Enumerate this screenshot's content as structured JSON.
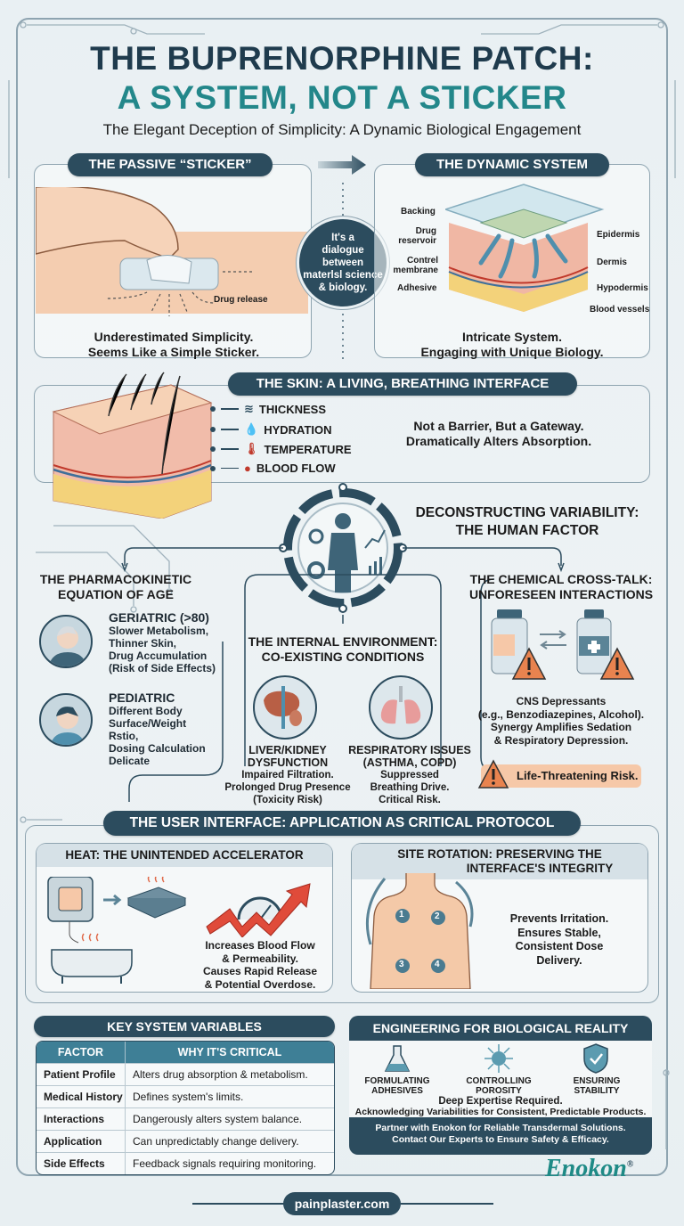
{
  "header": {
    "title_line1": "THE BUPRENORPHINE PATCH:",
    "title_line2": "A SYSTEM, NOT A STICKER",
    "subtitle": "The Elegant Deception of Simplicity: A Dynamic Biological Engagement"
  },
  "colors": {
    "navy": "#2c4c5e",
    "teal": "#23878a",
    "dark_title": "#1f3b4d",
    "warning_orange": "#e8834f",
    "risk_pill": "#f6c8a8",
    "table_header": "#3e7f96"
  },
  "passive": {
    "pill": "THE PASSIVE “STICKER”",
    "drug_release_label": "Drug release",
    "caption_line1": "Underestimated Simplicity.",
    "caption_line2": "Seems Like a Simple Sticker."
  },
  "dialogue": {
    "text_lines": [
      "It's a",
      "dialogue",
      "between",
      "materlsl science",
      "& biology."
    ]
  },
  "dynamic": {
    "pill": "THE DYNAMIC SYSTEM",
    "left_labels": [
      "Backing",
      "Drug reservoir",
      "Contrel membrane",
      "Adhesive"
    ],
    "right_labels": [
      "Epidermis",
      "Dermis",
      "Hypodermis",
      "Blood vessels"
    ],
    "caption_line1": "Intricate System.",
    "caption_line2": "Engaging with Unique Biology."
  },
  "skin": {
    "pill": "THE SKIN: A LIVING, BREATHING INTERFACE",
    "factors": [
      {
        "icon": "layers-icon",
        "label": "THICKNESS"
      },
      {
        "icon": "water-drop-icon",
        "label": "HYDRATION"
      },
      {
        "icon": "thermometer-icon",
        "label": "TEMPERATURE"
      },
      {
        "icon": "blood-drop-icon",
        "label": "BLOOD FLOW"
      }
    ],
    "caption_line1": "Not a Barrier, But a Gateway.",
    "caption_line2": "Dramatically Alters Absorption."
  },
  "human_factor": {
    "heading_line1": "DECONSTRUCTING VARIABILITY:",
    "heading_line2": "THE HUMAN FACTOR",
    "age": {
      "heading_line1": "THE PHARMACOKINETIC",
      "heading_line2": "EQUATION OF AGE",
      "geriatric_title": "GERIATRIC (>80)",
      "geriatric_lines": [
        "Slower Metabolism,",
        "Thinner Skin,",
        "Drug Accumulation",
        "(Risk of Side Effects)"
      ],
      "pediatric_title": "PEDIATRIC",
      "pediatric_lines": [
        "Different Body",
        "Surface/Weight",
        "Rstio,",
        "Dosing Calculation",
        "Delicate"
      ]
    },
    "internal": {
      "heading_line1": "THE INTERNAL ENVIRONMENT:",
      "heading_line2": "CO-EXISTING CONDITIONS",
      "liver_title_line1": "LIVER/KIDNEY",
      "liver_title_line2": "DYSFUNCTION",
      "liver_lines": [
        "Impaired Filtration.",
        "Prolonged Drug Presence",
        "(Toxicity Risk)"
      ],
      "resp_title_line1": "RESPIRATORY ISSUES",
      "resp_title_line2": "(ASTHMA, COPD)",
      "resp_lines": [
        "Suppressed",
        "Breathing Drive.",
        "Critical Risk."
      ]
    },
    "chemical": {
      "heading_line1": "THE CHEMICAL CROSS-TALK:",
      "heading_line2": "UNFORESEEN INTERACTIONS",
      "lines": [
        "CNS Depressants",
        "(e.g., Benzodiazepines, Alcohol).",
        "Synergy Amplifies Sedation",
        "& Respiratory Depression."
      ],
      "risk_label": "Life-Threatening Risk."
    }
  },
  "user_interface": {
    "pill": "THE USER INTERFACE: APPLICATION AS CRITICAL PROTOCOL",
    "heat": {
      "heading": "HEAT: THE UNINTENDED ACCELERATOR",
      "lines": [
        "Increases Blood Flow",
        "& Permeability.",
        "Causes Rapid Release",
        "& Potential Overdose."
      ]
    },
    "rotation": {
      "heading_line1": "SITE ROTATION: PRESERVING THE",
      "heading_line2": "INTERFACE'S INTEGRITY",
      "sites": [
        "1",
        "2",
        "3",
        "4"
      ],
      "lines": [
        "Prevents Irritation.",
        "Ensures Stable,",
        "Consistent Dose",
        "Delivery."
      ]
    }
  },
  "key_variables": {
    "pill": "KEY SYSTEM VARIABLES",
    "columns": [
      "FACTOR",
      "WHY IT'S CRITICAL"
    ],
    "rows": [
      [
        "Patient Profile",
        "Alters drug absorption & metabolism."
      ],
      [
        "Medical History",
        "Defines system's limits."
      ],
      [
        "Interactions",
        "Dangerously alters system balance."
      ],
      [
        "Application",
        "Can unpredictably change delivery."
      ],
      [
        "Side Effects",
        "Feedback signals requiring monitoring."
      ]
    ]
  },
  "engineering": {
    "heading": "ENGINEERING FOR BIOLOGICAL REALITY",
    "items": [
      {
        "icon": "flask-icon",
        "line1": "FORMULATING",
        "line2": "ADHESIVES"
      },
      {
        "icon": "molecule-icon",
        "line1": "CONTROLLING",
        "line2": "POROSITY"
      },
      {
        "icon": "shield-check-icon",
        "line1": "ENSURING",
        "line2": "STABILITY"
      }
    ],
    "body_line1": "Deep Expertise Required.",
    "body_line2": "Acknowledging Variabilities for Consistent, Predictable Products.",
    "foot_line1": "Partner with Enokon for Reliable Transdermal Solutions.",
    "foot_line2": "Contact Our Experts to Ensure Safety & Efficacy."
  },
  "brand": {
    "logo": "Enokon",
    "registered": "®"
  },
  "footer": {
    "url": "painplaster.com"
  }
}
